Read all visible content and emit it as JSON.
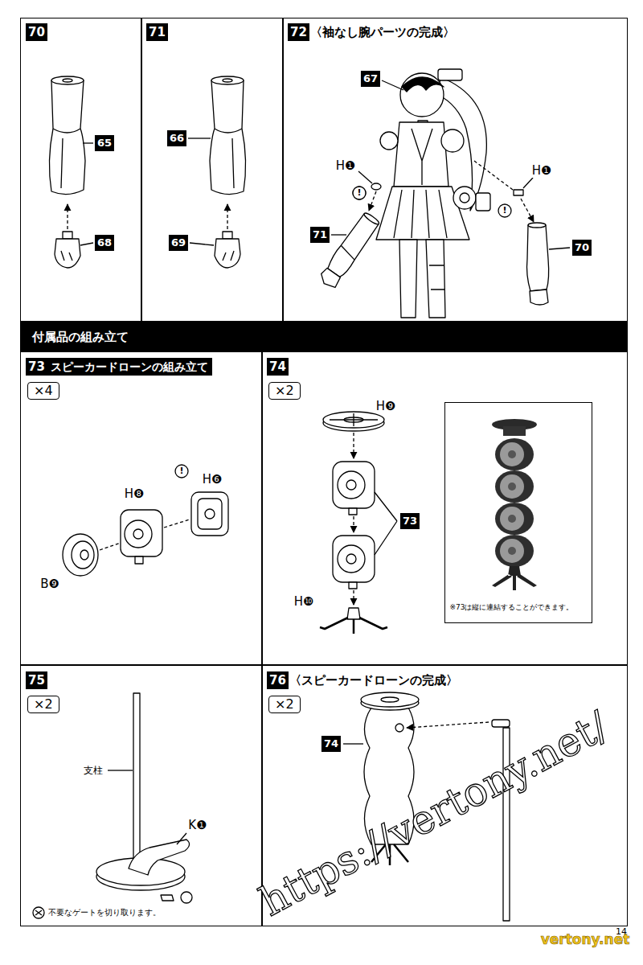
{
  "diagram": {
    "nodes": [
      {
        "text": [
          "70"
        ]
      },
      {
        "text": [
          "71"
        ]
      },
      {
        "text": [
          "72",
          "〈袖なし腕パーツの完成〉"
        ]
      },
      {
        "text": [
          "付属品の組み立て"
        ]
      },
      {
        "text": [
          "73",
          "スピーカードローンの組み立て",
          "×4"
        ]
      },
      {
        "text": [
          "74",
          "×2"
        ]
      },
      {
        "text": [
          "※73は縦に連結することができます。"
        ],
        "in": 5
      },
      {
        "text": [
          "75",
          "×2"
        ]
      },
      {
        "text": [
          "76",
          "〈スピーカードローンの完成〉",
          "×2"
        ]
      }
    ],
    "labels": [
      "65",
      "68",
      "66",
      "69",
      "67",
      "H❶",
      "!",
      "71",
      "H❶",
      "!",
      "70",
      "H❽",
      "!",
      "H❻",
      "B❾",
      "H❾",
      "73",
      "H❿",
      "支柱",
      "K❶",
      "不要なゲートを切り取ります。",
      "74",
      "https://vertony.net/",
      "vertony.net",
      "14"
    ]
  }
}
